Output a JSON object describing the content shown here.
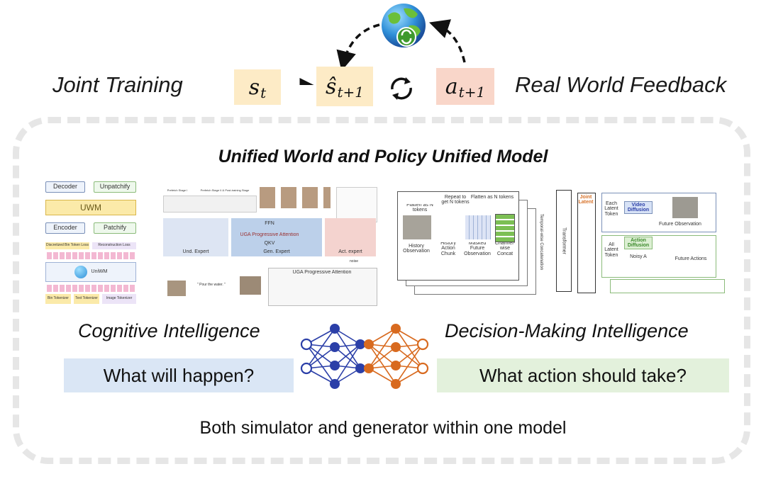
{
  "header": {
    "left_label": "Joint Training",
    "right_label": "Real World Feedback",
    "state_box": {
      "symbol": "s",
      "subscript": "t",
      "color": "#fdebc6"
    },
    "next_state_box": {
      "symbol": "ŝ",
      "subscript": "t+1",
      "color": "#fdebc6"
    },
    "action_box": {
      "symbol": "a",
      "subscript": "t+1",
      "color": "#f9d6c9"
    },
    "globe_icon": "globe-refresh-icon",
    "cycle_icon": "refresh-cycle-icon"
  },
  "main": {
    "title": "Unified World and Policy Unified Model",
    "cognitive": {
      "label": "Cognitive Intelligence",
      "question": "What will happen?",
      "color": "#dae6f5"
    },
    "decision": {
      "label": "Decision-Making Intelligence",
      "question": "What action should take?",
      "color": "#e3f1dc"
    },
    "bottom_text": "Both simulator and generator within one model",
    "network_colors": {
      "blue": "#2b3fa8",
      "orange": "#d86a1f"
    }
  },
  "fig_uwm": {
    "decoder": "Decoder",
    "unpatchify": "Unpatchify",
    "center": "UWM",
    "encoder": "Encoder",
    "patchify": "Patchify",
    "loss_left": "Discretized Bin Token Loss",
    "loss_right": "Reconstruction Loss",
    "core": "UniWM",
    "tok1": "Bin Tokenizer",
    "tok2": "Text Tokenizer",
    "tok3": "Image Tokenizer"
  },
  "fig_uga": {
    "stage1": "Prefetch Stage I",
    "stage2": "Prefetch Stage II & Post-training Stage",
    "ffn": "FFN",
    "qkv": "QKV",
    "attn": "UGA Progressive Attention",
    "und": "Und. Expert",
    "gen": "Gen. Expert",
    "act": "Act. expert",
    "caption": "\" Pour the water. \"",
    "noise": "noise",
    "attn_bottom": "UGA Progressive Attention"
  },
  "fig_policy": {
    "flatten1": "Flatten as N tokens",
    "repeat": "Repeat to get N tokens",
    "flatten2": "Flatten as N tokens",
    "hist_obs": "History Observation",
    "hist_act": "History Action Chunk",
    "masked": "Masked Future Observation",
    "concat": "Channel-wise Concat",
    "temporal": "Temporal-wise Concatenation",
    "transformer": "Transformer",
    "joint": "Joint Latent",
    "each": "Each Latent Token",
    "video_diff": "Video Diffusion",
    "future_obs": "Future Observation",
    "all": "All Latent Token",
    "action_diff": "Action Diffusion",
    "noisy": "Noisy A",
    "future_act": "Future Actions"
  }
}
